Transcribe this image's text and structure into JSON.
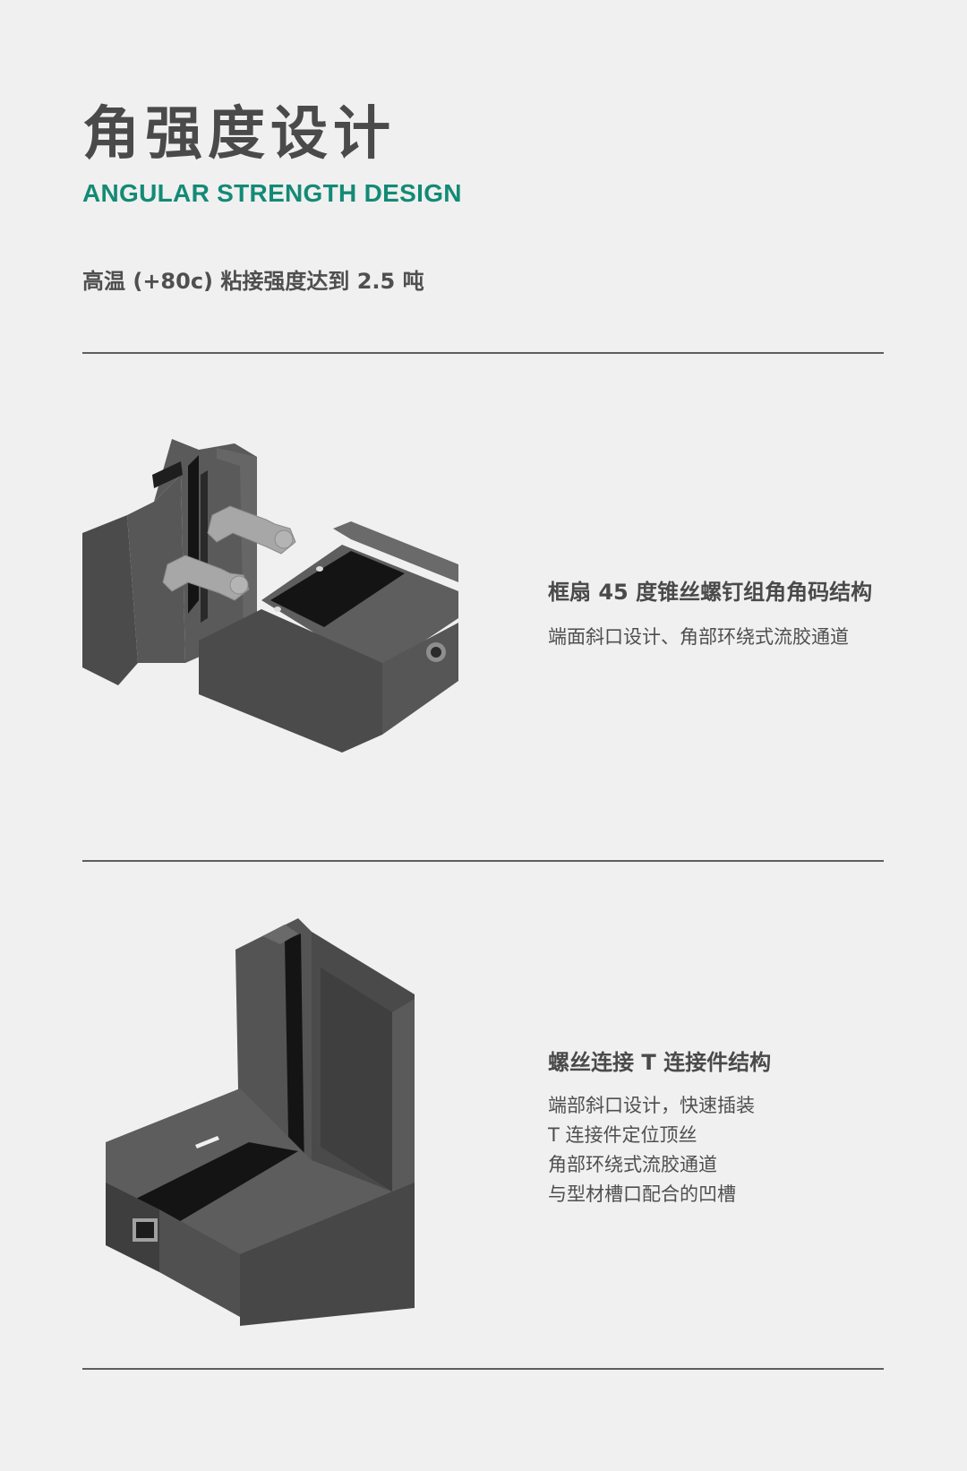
{
  "header": {
    "title_cn": "角强度设计",
    "title_en": "ANGULAR STRENGTH DESIGN",
    "subtitle": "高温 (+80c) 粘接强度达到 2.5 吨"
  },
  "features": [
    {
      "title": "框扇 45 度锥丝螺钉组角角码结构",
      "lines": [
        "端面斜口设计、角部环绕式流胶通道"
      ]
    },
    {
      "title": "螺丝连接 T 连接件结构",
      "lines": [
        "端部斜口设计，快速插装",
        "T 连接件定位顶丝",
        "角部环绕式流胶通道",
        "与型材槽口配合的凹槽"
      ]
    }
  ],
  "colors": {
    "accent": "#138a76",
    "background": "#eff0ef",
    "profile_dark": "#4b4b4b",
    "profile_black": "#141414",
    "corner_key": "#a7a7a7"
  }
}
